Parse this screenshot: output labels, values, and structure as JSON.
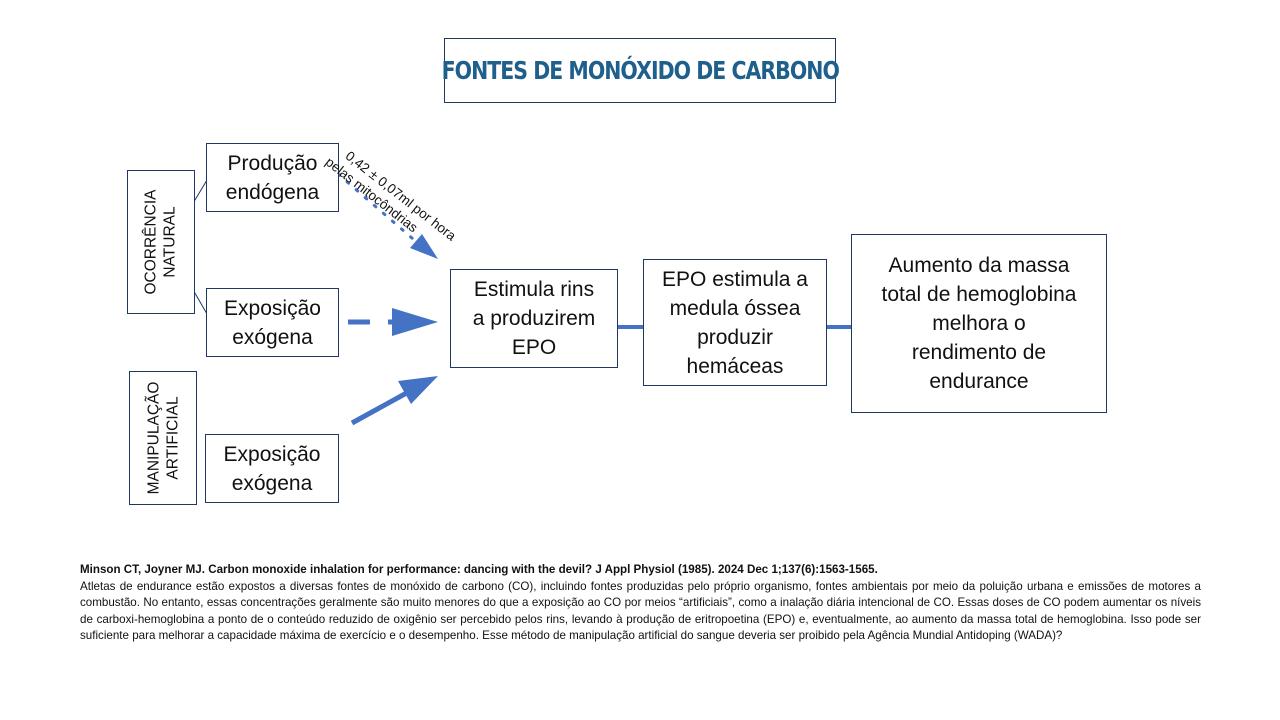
{
  "title": "FONTES DE MONÓXIDO DE CARBONO",
  "categories": {
    "natural_line1": "OCORRÊNCIA",
    "natural_line2": "NATURAL",
    "artificial_line1": "MANIPULAÇÃO",
    "artificial_line2": "ARTIFICIAL"
  },
  "sources": {
    "endogenous_line1": "Produção",
    "endogenous_line2": "endógena",
    "exogenous_natural_line1": "Exposição",
    "exogenous_natural_line2": "exógena",
    "exogenous_artificial_line1": "Exposição",
    "exogenous_artificial_line2": "exógena"
  },
  "annotation": {
    "line1": "0,42 ± 0,07ml por hora",
    "line2": "pelas mitocôndrias"
  },
  "flow": {
    "step1_line1": "Estimula rins",
    "step1_line2": "a produzirem",
    "step1_line3": "EPO",
    "step2_line1": "EPO estimula a",
    "step2_line2": "medula óssea",
    "step2_line3": "produzir",
    "step2_line4": "hemáceas",
    "step3_line1": "Aumento da massa",
    "step3_line2": "total de hemoglobina",
    "step3_line3": "melhora o",
    "step3_line4": "rendimento de",
    "step3_line5": "endurance"
  },
  "colors": {
    "accent": "#4472c4",
    "border": "#1f3864",
    "title": "#1f5f8b"
  },
  "footer": {
    "reference": "Minson CT, Joyner MJ. Carbon monoxide inhalation for performance: dancing with the devil? J Appl Physiol (1985). 2024 Dec 1;137(6):1563-1565.",
    "body": "Atletas de endurance estão expostos a diversas fontes de monóxido de carbono (CO), incluindo fontes produzidas pelo próprio organismo, fontes ambientais por meio da poluição urbana e emissões de motores a combustão. No entanto, essas concentrações geralmente são muito menores do que a exposição ao CO por meios “artificiais”, como a inalação diária intencional de CO. Essas doses de CO podem aumentar os níveis de carboxi-hemoglobina a ponto de o conteúdo reduzido de oxigênio ser percebido pelos rins, levando à produção de eritropoetina (EPO) e, eventualmente, ao aumento da massa total de hemoglobina. Isso pode ser suficiente para melhorar a capacidade máxima de exercício e o desempenho. Esse método de manipulação artificial do sangue deveria ser proibido pela Agência Mundial Antidoping (WADA)?"
  }
}
